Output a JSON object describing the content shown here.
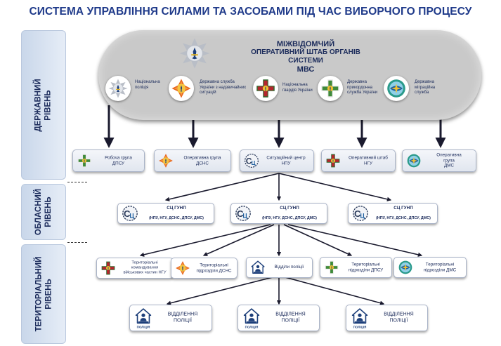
{
  "title": "СИСТЕМА УПРАВЛІННЯ СИЛАМИ ТА ЗАСОБАМИ ПІД ЧАС ВИБОРЧОГО ПРОЦЕСУ",
  "levels": {
    "state": "ДЕРЖАВНИЙ\nРІВЕНЬ",
    "regional": "ОБЛАСНИЙ\nРІВЕНЬ",
    "territorial": "ТЕРИТОРІАЛЬНИЙ\nРІВЕНЬ"
  },
  "headquarters": {
    "line1": "МІЖВІДОМЧИЙ",
    "line2": "ОПЕРАТИВНИЙ ШТАБ ОРГАНІВ",
    "line3": "СИСТЕМИ",
    "line4": "МВС"
  },
  "agencies": [
    {
      "label": "Національна поліція",
      "icon": "police-emblem-icon"
    },
    {
      "label": "Державна служба України з надзвичайних ситуацій",
      "icon": "dsns-emblem-icon"
    },
    {
      "label": "Національна гвардія України",
      "icon": "ngu-emblem-icon"
    },
    {
      "label": "Державна прикордонна служба України",
      "icon": "border-guard-emblem-icon"
    },
    {
      "label": "Державна міграційна служба",
      "icon": "migration-emblem-icon"
    }
  ],
  "state_groups": [
    {
      "label": "Робоча група\nДПСУ",
      "icon": "border-guard-emblem-icon"
    },
    {
      "label": "Оперативна група\nДСНС",
      "icon": "dsns-emblem-icon"
    },
    {
      "label": "Ситуаційний центр\nНПУ",
      "icon": "situation-center-icon"
    },
    {
      "label": "Оперативний штаб\nНГУ",
      "icon": "ngu-emblem-icon"
    },
    {
      "label": "Оперативна\nгрупа\nДМС",
      "icon": "migration-emblem-icon"
    }
  ],
  "regional_centers": [
    {
      "title": "СЦ ГУНП",
      "sub": "(НПУ, НГУ, ДСНС, ДПСУ, ДМС)",
      "icon": "situation-center-icon"
    },
    {
      "title": "СЦ ГУНП",
      "sub": "(НПУ, НГУ, ДСНС, ДПСУ, ДМС)",
      "icon": "situation-center-icon"
    },
    {
      "title": "СЦ ГУНП",
      "sub": "(НПУ, НГУ, ДСНС, ДПСУ, ДМС)",
      "icon": "situation-center-icon"
    }
  ],
  "territorial_units": [
    {
      "label": "Територіальні\nкомандування\nвійськових частин НГУ",
      "icon": "ngu-emblem-icon"
    },
    {
      "label": "Територіальні\nпідрозділи  ДСНС",
      "icon": "dsns-emblem-icon"
    },
    {
      "label": "Відділи поліції",
      "icon": "police-station-icon"
    },
    {
      "label": "Територіальні\nпідрозділи ДПСУ",
      "icon": "border-guard-emblem-icon"
    },
    {
      "label": "Територіальні\nпідрозділи  ДМС",
      "icon": "migration-emblem-icon"
    }
  ],
  "police_departments": [
    {
      "label": "ВІДДІЛЕННЯ\nПОЛІЦІЇ",
      "icon": "police-station-icon",
      "sign": "ПОЛІЦІЯ"
    },
    {
      "label": "ВІДДІЛЕННЯ\nПОЛІЦІЇ",
      "icon": "police-station-icon",
      "sign": "ПОЛІЦІЯ"
    },
    {
      "label": "ВІДДІЛЕННЯ\nПОЛІЦІЇ",
      "icon": "police-station-icon",
      "sign": "ПОЛІЦІЯ"
    }
  ],
  "colors": {
    "title": "#1f3a8a",
    "dsns": "#e8641e",
    "ngu": "#b3262d",
    "dpsu": "#3f8a3a",
    "dms": "#2a9a8a",
    "police": "#1d3f7a"
  }
}
